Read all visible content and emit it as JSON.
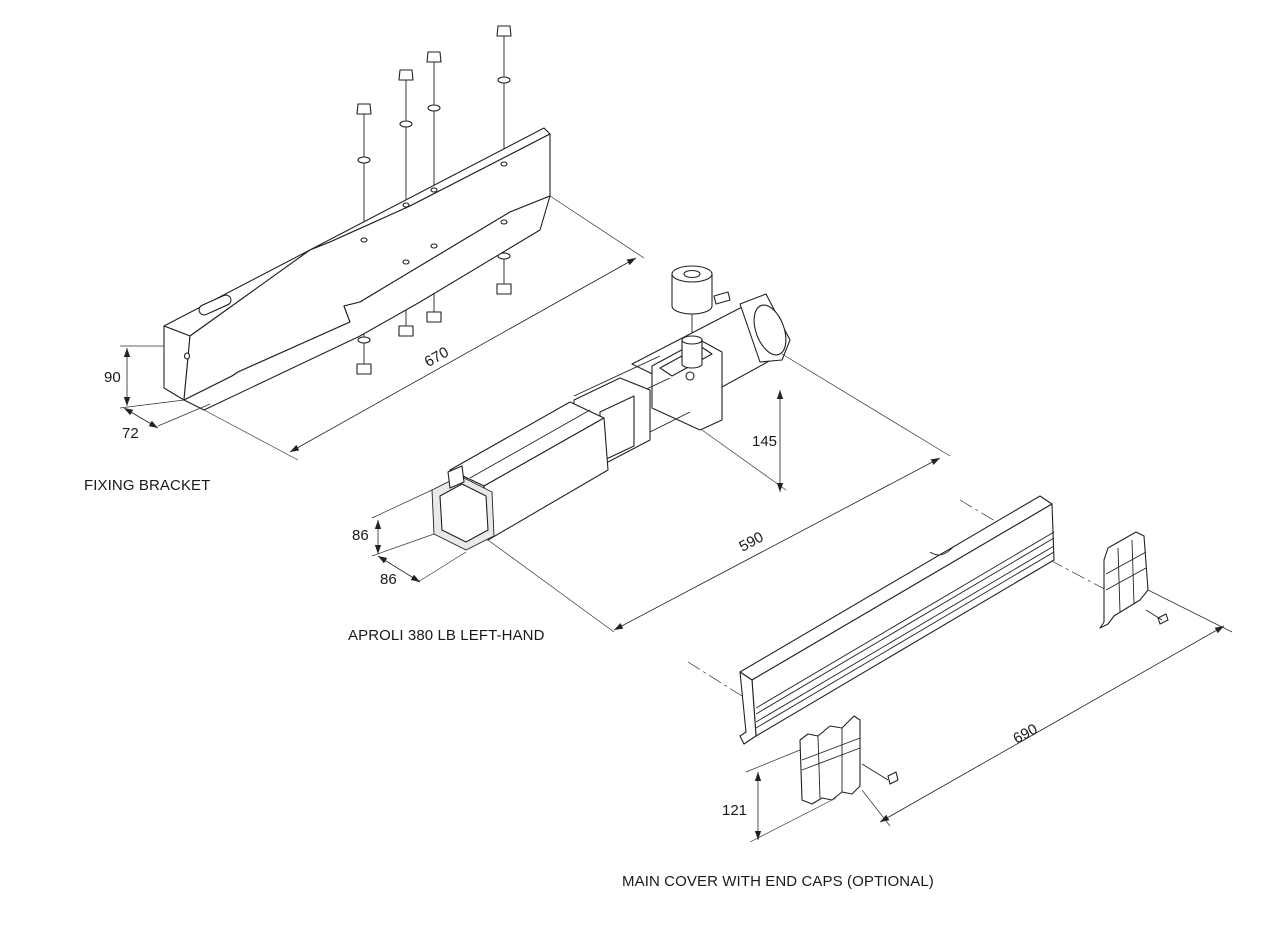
{
  "labels": {
    "fixing_bracket": "FIXING BRACKET",
    "operator": "APROLI 380 LB LEFT-HAND",
    "cover": "MAIN COVER WITH END CAPS (OPTIONAL)"
  },
  "dimensions": {
    "bracket_length": "670",
    "bracket_height": "90",
    "bracket_depth": "72",
    "operator_length": "590",
    "operator_shaft_height": "145",
    "operator_height": "86",
    "operator_depth": "86",
    "cover_length": "690",
    "cover_height": "121"
  }
}
